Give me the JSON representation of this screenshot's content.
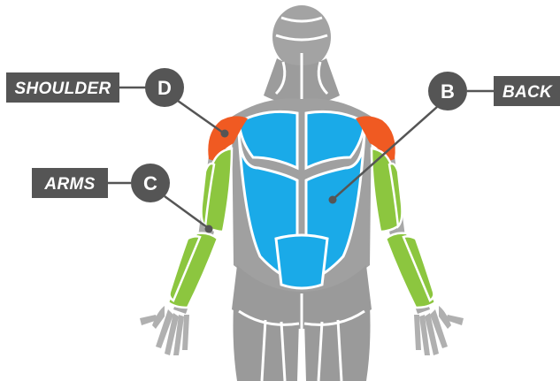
{
  "colors": {
    "body_gray": "#9a9a9a",
    "body_dark": "#8a8a8a",
    "back": "#1aaae8",
    "shoulder": "#f05a22",
    "arms": "#8cc63f",
    "label_bg": "#555555",
    "divider": "#ffffff"
  },
  "labels": {
    "shoulder": {
      "tag": "SHOULDER",
      "badge": "D"
    },
    "arms": {
      "tag": "ARMS",
      "badge": "C"
    },
    "back": {
      "tag": "BACK",
      "badge": "B"
    }
  }
}
